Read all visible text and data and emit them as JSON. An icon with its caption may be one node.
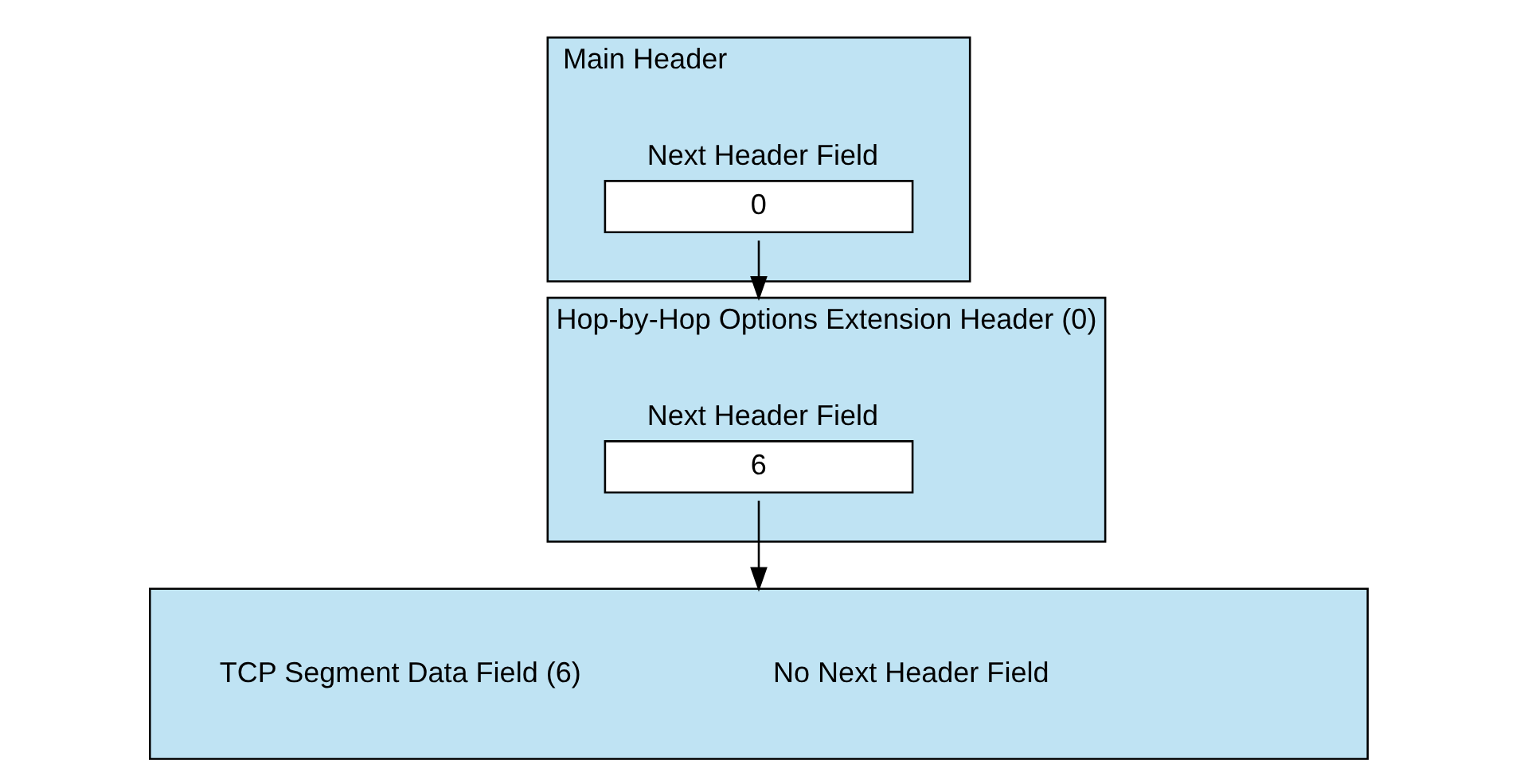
{
  "diagram": {
    "nodes": [
      {
        "text": [
          "Main Header"
        ]
      },
      {
        "text": [
          "Next Header Field",
          "0"
        ],
        "in": 0
      },
      {
        "text": [
          "Hop-by-Hop Options Extension Header (0)"
        ]
      },
      {
        "text": [
          "Next Header Field",
          "6"
        ],
        "in": 2
      },
      {
        "text": [
          "TCP Segment Data Field (6)",
          "No Next Header Field"
        ]
      }
    ],
    "edges": [
      {
        "from": 1,
        "to": 2,
        "arrow": "to"
      },
      {
        "from": 3,
        "to": 4,
        "arrow": "to"
      }
    ]
  }
}
